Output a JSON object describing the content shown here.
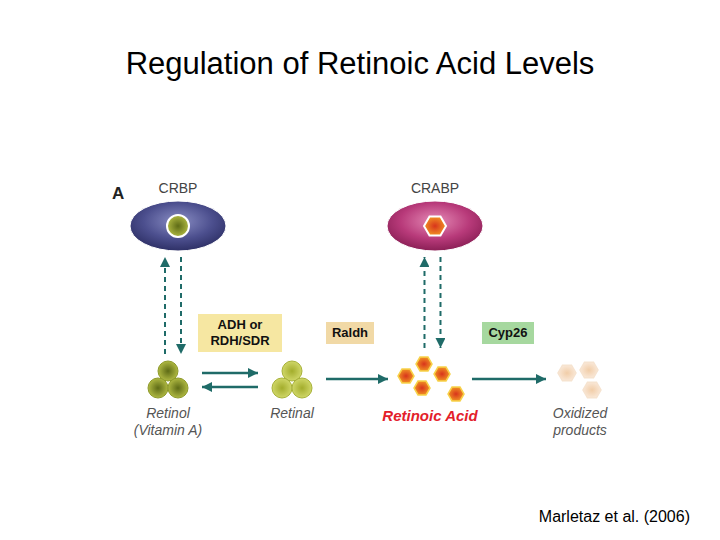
{
  "diagram": {
    "title": "Regulation of Retinoic Acid Levels",
    "caption": "Marletaz et al. (2006)",
    "nodes": [
      {
        "text": [
          "CRBP"
        ]
      },
      {
        "text": [
          "CRABP"
        ]
      },
      {
        "text": [
          "ADH or RDH/SDR"
        ]
      },
      {
        "text": [
          "Raldh"
        ]
      },
      {
        "text": [
          "Cyp26"
        ]
      },
      {
        "text": [
          "Retinol (Vitamin A)"
        ]
      },
      {
        "text": [
          "Retinal"
        ]
      },
      {
        "text": [
          "Retinoic Acid"
        ]
      },
      {
        "text": [
          "Oxidized products"
        ]
      }
    ],
    "edges": [
      {
        "from": 5,
        "to": 0,
        "arrow": "to"
      },
      {
        "from": 0,
        "to": 5,
        "arrow": "to"
      },
      {
        "from": 5,
        "to": 6,
        "arrow": "to"
      },
      {
        "from": 6,
        "to": 5,
        "arrow": "to"
      },
      {
        "from": 6,
        "to": 7,
        "arrow": "to"
      },
      {
        "from": 7,
        "to": 1,
        "arrow": "to"
      },
      {
        "from": 1,
        "to": 7,
        "arrow": "to"
      },
      {
        "from": 7,
        "to": 8,
        "arrow": "to"
      }
    ],
    "labels": [
      "A"
    ]
  }
}
